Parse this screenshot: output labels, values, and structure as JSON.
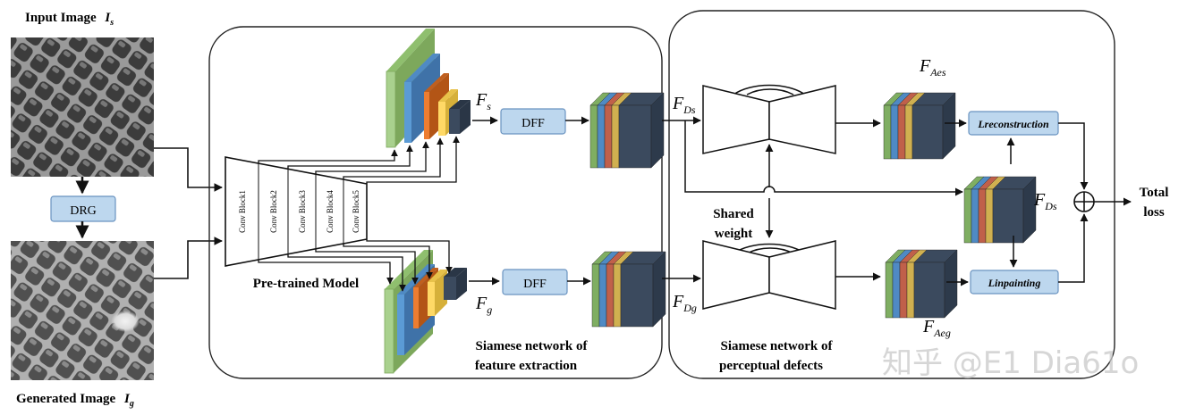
{
  "input": {
    "title": "Input Image",
    "symbol": "I",
    "sub": "s"
  },
  "generated": {
    "title": "Generated Image",
    "symbol": "I",
    "sub": "g"
  },
  "drg_label": "DRG",
  "pretrained_label": "Pre-trained Model",
  "conv_blocks": [
    "Conv Block1",
    "Conv Block2",
    "Conv Block3",
    "Conv Block4",
    "Conv Block5"
  ],
  "dff_label": "DFF",
  "features": {
    "fs": {
      "sym": "F",
      "sub": "s"
    },
    "fg": {
      "sym": "F",
      "sub": "g"
    },
    "fds": {
      "sym": "F",
      "sub": "Ds"
    },
    "fdg": {
      "sym": "F",
      "sub": "Dg"
    },
    "faes": {
      "sym": "F",
      "sub": "Aes"
    },
    "faeg": {
      "sym": "F",
      "sub": "Aeg"
    },
    "fds2": {
      "sym": "F",
      "sub": "Ds"
    }
  },
  "panel_left": {
    "line1": "Siamese network of",
    "line2": "feature extraction"
  },
  "panel_right": {
    "line1": "Siamese network of",
    "line2": "perceptual defects"
  },
  "shared": {
    "line1": "Shared",
    "line2": "weight"
  },
  "loss": {
    "reconstruction": "Lreconstruction",
    "inpainting": "Linpainting",
    "total1": "Total",
    "total2": "loss"
  },
  "watermark": "知乎 @E1 Dia61o",
  "colors": {
    "green": "#a9d18e",
    "blue": "#5b9bd5",
    "orange": "#ed7d31",
    "yellow": "#ffd966",
    "navy": "#3b4a5e",
    "box_fill": "#bdd7ee",
    "box_stroke": "#6a93c0"
  }
}
